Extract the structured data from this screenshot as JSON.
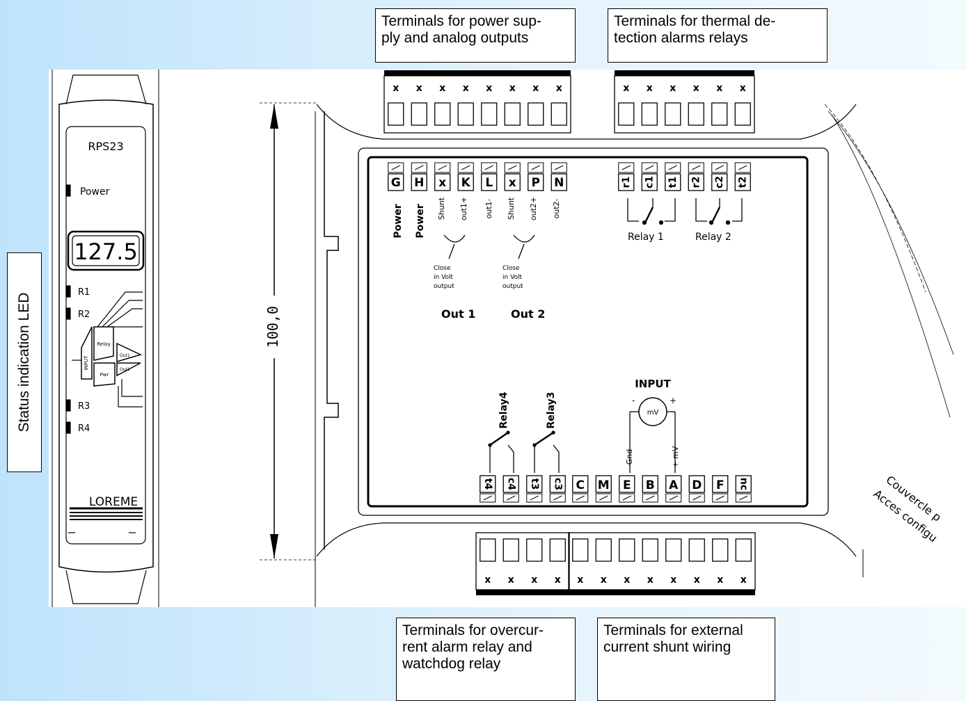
{
  "callouts": {
    "power_analog": "Terminals for power sup-\nply and analog outputs",
    "thermal_relays": "Terminals for thermal de-\ntection alarms relays",
    "overcurrent_watchdog": "Terminals for overcur-\nrent alarm relay and\nwatchdog relay",
    "external_shunt": "Terminals for external\ncurrent shunt wiring",
    "status_led": "Status indication LED"
  },
  "front_panel": {
    "model": "RPS23",
    "power_label": "Power",
    "display_value": "127.5",
    "led_r1": "R1",
    "led_r2": "R2",
    "led_r3": "R3",
    "led_r4": "R4",
    "block_input": "INPUT",
    "block_relay": "Relay",
    "block_pwr": "Pwr",
    "block_out1": "Out1",
    "block_out2": "Out1",
    "brand": "LOREME"
  },
  "dimension": "100,0",
  "top_terminals": {
    "left": [
      "G",
      "H",
      "x",
      "K",
      "L",
      "x",
      "P",
      "N"
    ],
    "right": [
      "r1",
      "c1",
      "t1",
      "r2",
      "c2",
      "t2"
    ]
  },
  "bottom_terminals": {
    "left": [
      "t4",
      "c4",
      "t3",
      "c3"
    ],
    "right": [
      "C",
      "M",
      "E",
      "B",
      "A",
      "D",
      "F",
      "nc"
    ]
  },
  "screw_mark": "x",
  "labels": {
    "power_g": "Power",
    "power_h": "Power",
    "shunt1": "Shunt",
    "out1_plus": "out1+",
    "out1_minus": "out1-",
    "shunt2": "Shunt",
    "out2_plus": "out2+",
    "out2_minus": "out2-",
    "close_note_1": "Close",
    "close_note_2": "in Volt",
    "close_note_3": "output",
    "out1": "Out 1",
    "out2": "Out 2",
    "relay1": "Relay 1",
    "relay2": "Relay 2",
    "relay3": "Relay3",
    "relay4": "Relay4",
    "input": "INPUT",
    "meter": "mV",
    "minus": "-",
    "plus": "+",
    "gnd": "Gnd",
    "plus_mv": "+ mV",
    "cover_1": "Couvercle p",
    "cover_2": "Acces configu"
  }
}
